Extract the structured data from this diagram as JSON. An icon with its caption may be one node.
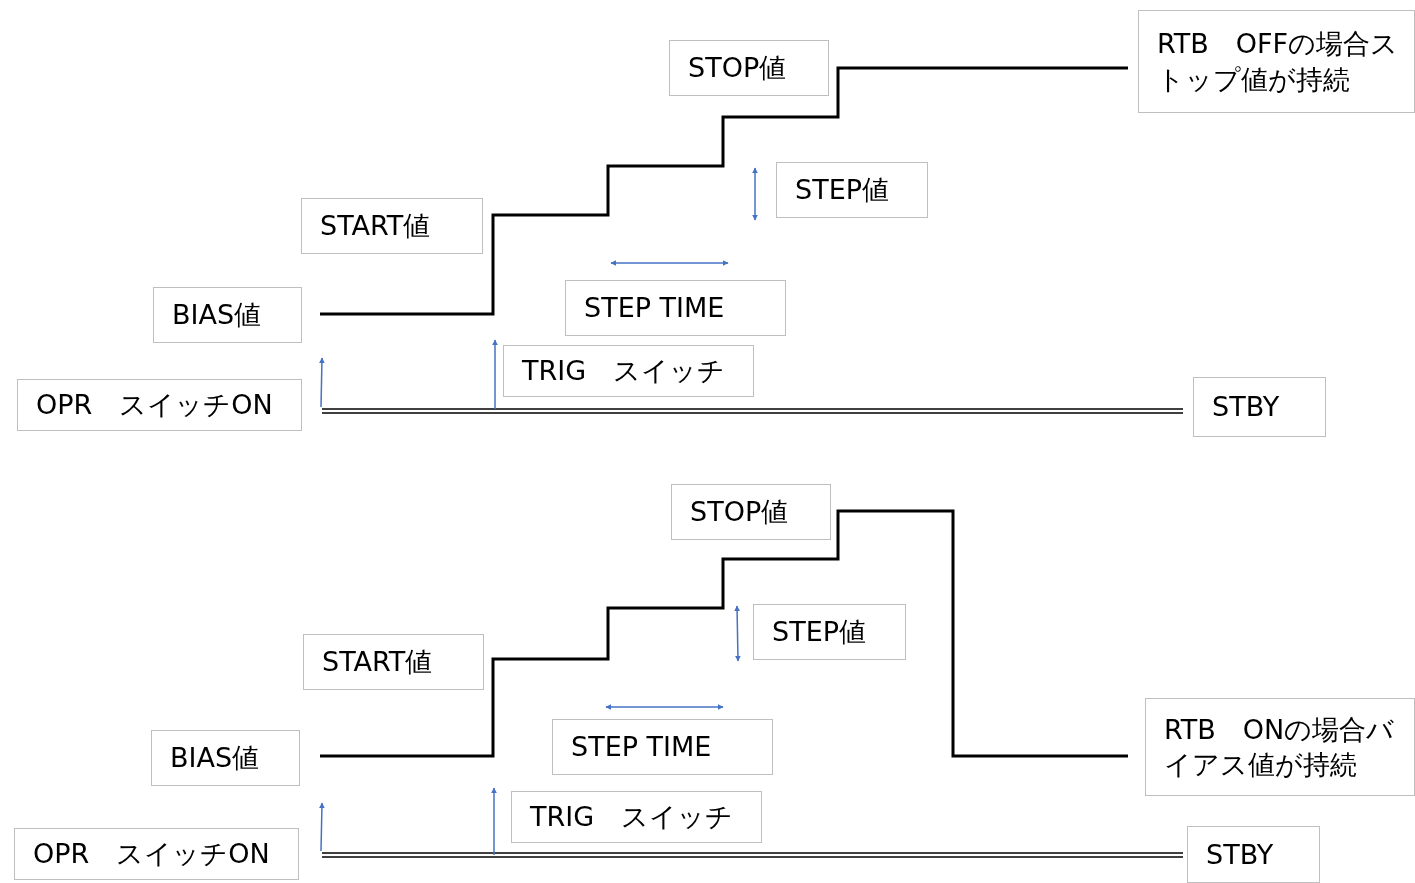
{
  "diagram": {
    "nodes": [
      {
        "text": [
          "RTB　OFFの場合ストップ値が持続"
        ]
      },
      {
        "text": [
          "STOP値"
        ]
      },
      {
        "text": [
          "STEP値"
        ]
      },
      {
        "text": [
          "START値"
        ]
      },
      {
        "text": [
          "STEP TIME"
        ]
      },
      {
        "text": [
          "BIAS値"
        ]
      },
      {
        "text": [
          "TRIG　スイッチ"
        ]
      },
      {
        "text": [
          "OPR　スイッチON"
        ]
      },
      {
        "text": [
          "STBY"
        ]
      },
      {
        "text": [
          "STOP値"
        ]
      },
      {
        "text": [
          "STEP値"
        ]
      },
      {
        "text": [
          "START値"
        ]
      },
      {
        "text": [
          "BIAS値"
        ]
      },
      {
        "text": [
          "RTB　ONの場合バイアス値が持続"
        ]
      },
      {
        "text": [
          "STEP TIME"
        ]
      },
      {
        "text": [
          "TRIG　スイッチ"
        ]
      },
      {
        "text": [
          "OPR　スイッチON"
        ]
      },
      {
        "text": [
          "STBY"
        ]
      }
    ]
  }
}
